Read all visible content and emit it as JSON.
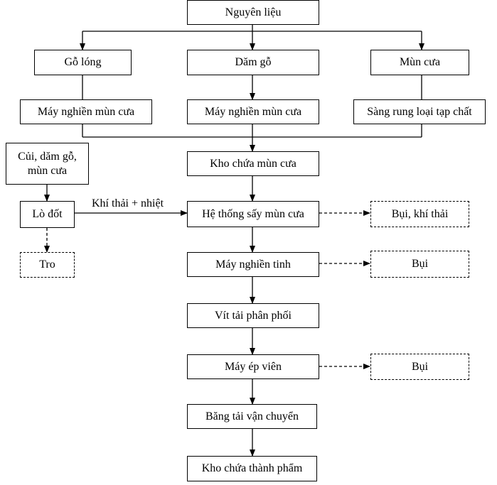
{
  "nodes": {
    "raw_material": "Nguyên liệu",
    "log_wood": "Gỗ lóng",
    "wood_chips": "Dăm gỗ",
    "sawdust": "Mùn cưa",
    "grinder_1": "Máy nghiền mùn cưa",
    "grinder_2": "Máy nghiền mùn cưa",
    "vibrating_screen": "Sàng rung loại tạp chất",
    "fuel_line1": "Củi, dăm gỗ,",
    "fuel_line2": "mùn cưa",
    "furnace": "Lò đốt",
    "ash": "Tro",
    "sawdust_storage": "Kho chứa mùn cưa",
    "dryer": "Hệ thống sấy mùn cưa",
    "dust_exhaust": "Bụi, khí thải",
    "fine_grinder": "Máy nghiền tinh",
    "dust_1": "Bụi",
    "screw_conveyor": "Vít tải phân phối",
    "pellet_press": "Máy ép viên",
    "dust_2": "Bụi",
    "belt_conveyor": "Băng tải vận chuyển",
    "product_storage": "Kho chứa thành phẩm"
  },
  "edge_labels": {
    "flue_gas_heat": "Khí thải + nhiệt"
  }
}
